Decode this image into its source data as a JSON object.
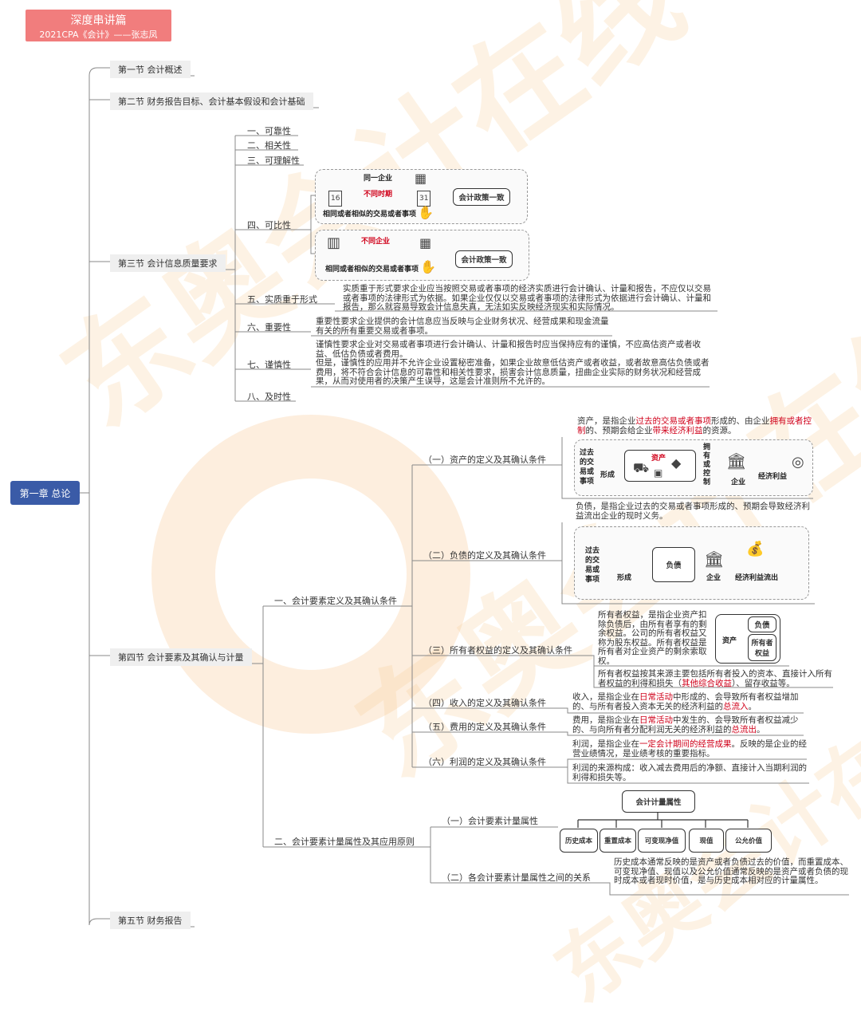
{
  "title": {
    "line1": "深度串讲篇",
    "line2": "2021CPA《会计》——张志凤"
  },
  "watermark": "东奥会计在线",
  "root": "第一章 总论",
  "sections": {
    "s1": "第一节 会计概述",
    "s2": "第二节 财务报告目标、会计基本假设和会计基础",
    "s3": "第三节 会计信息质量要求",
    "s4": "第四节 会计要素及其确认与计量",
    "s5": "第五节 财务报告"
  },
  "s3": {
    "i1": "一、可靠性",
    "i2": "二、相关性",
    "i3": "三、可理解性",
    "i4": "四、可比性",
    "i5": "五、实质重于形式",
    "i6": "六、重要性",
    "i7": "七、谨慎性",
    "i8": "八、及时性",
    "comp1": {
      "same_company": "同一企业",
      "diff_period": "不同时期",
      "similar_tx": "相同或者相似的交易或者事项",
      "policy": "会计政策一致",
      "cal1": "16",
      "cal2": "31"
    },
    "comp2": {
      "diff_company": "不同企业",
      "similar_tx": "相同或者相似的交易或者事项",
      "policy": "会计政策一致"
    },
    "substance": "实质重于形式要求企业应当按照交易或者事项的经济实质进行会计确认、计量和报告，不应仅以交易或者事项的法律形式为依据。如果企业仅仅以交易或者事项的法律形式为依据进行会计确认、计量和报告，那么就容易导致会计信息失真，无法如实反映经济现实和实际情况。",
    "materiality": "重要性要求企业提供的会计信息应当反映与企业财务状况、经营成果和现金流量有关的所有重要交易或者事项。",
    "prudence1": "谨慎性要求企业对交易或者事项进行会计确认、计量和报告时应当保持应有的谨慎，不应高估资产或者收益、低估负债或者费用。",
    "prudence2": "但是，谨慎性的应用并不允许企业设置秘密准备，如果企业故意低估资产或者收益，或者故意高估负债或者费用，将不符合会计信息的可靠性和相关性要求，损害会计信息质量，扭曲企业实际的财务状况和经营成果，从而对使用者的决策产生误导，这是会计准则所不允许的。"
  },
  "s4": {
    "a": "一、会计要素定义及其确认条件",
    "b": "二、会计要素计量属性及其应用原则",
    "a1": "（一）资产的定义及其确认条件",
    "a2": "（二）负债的定义及其确认条件",
    "a3": "（三）所有者权益的定义及其确认条件",
    "a4": "（四）收入的定义及其确认条件",
    "a5": "（五）费用的定义及其确认条件",
    "a6": "（六）利润的定义及其确认条件",
    "b1": "（一）会计要素计量属性",
    "b2": "（二）各会计要素计量属性之间的关系",
    "asset_def_1": "资产，是指企业",
    "asset_def_2": "过去的交易或者事项",
    "asset_def_3": "形成的、由企业",
    "asset_def_4": "拥有或者控制",
    "asset_def_5": "的、预期会给企业",
    "asset_def_6": "带来经济利益",
    "asset_def_7": "的资源。",
    "asset_diag": {
      "past": "过去的交易或事项",
      "form": "形成",
      "asset": "资产",
      "own": "拥有或控制",
      "company": "企业",
      "benefit": "经济利益"
    },
    "liab_def": "负债，是指企业过去的交易或者事项形成的、预期会导致经济利益流出企业的现时义务。",
    "liab_diag": {
      "past": "过去的交易或事项",
      "form": "形成",
      "liab": "负债",
      "company": "企业",
      "outflow": "经济利益流出"
    },
    "equity_def": "所有者权益，是指企业资产扣除负债后，由所有者享有的剩余权益。公司的所有者权益又称为股东权益。所有者权益是所有者对企业资产的剩余索取权。",
    "equity_diag": {
      "asset": "资产",
      "liab": "负债",
      "equity": "所有者权益"
    },
    "equity_src_1": "所有者权益按其来源主要包括所有者投入的资本、直接计入所有者权益的利得和损失（",
    "equity_src_2": "其他综合收益",
    "equity_src_3": "）、留存收益等。",
    "income_1": "收入，是指企业在",
    "income_2": "日常活动",
    "income_3": "中形成的、会导致所有者权益增加的、与所有者投入资本无关的经济利益的",
    "income_4": "总流入",
    "income_5": "。",
    "expense_1": "费用，是指企业在",
    "expense_2": "日常活动",
    "expense_3": "中发生的、会导致所有者权益减少的、与向所有者分配利润无关的经济利益的",
    "expense_4": "总流出",
    "expense_5": "。",
    "profit_1": "利润，是指企业在",
    "profit_2": "一定会计期间的经营成果",
    "profit_3": "。反映的是企业的经营业绩情况，是业绩考核的重要指标。",
    "profit_src": "利润的来源构成：收入减去费用后的净额、直接计入当期利润的利得和损失等。",
    "measure": {
      "top": "会计计量属性",
      "items": [
        "历史成本",
        "重置成本",
        "可变现净值",
        "现值",
        "公允价值"
      ]
    },
    "relation": "历史成本通常反映的是资产或者负债过去的价值，而重置成本、可变现净值、现值以及公允价值通常反映的是资产或者负债的现时成本或者现时价值，是与历史成本相对应的计量属性。"
  },
  "colors": {
    "root": "#3a5ba7",
    "title": "#f17d7d",
    "red": "#d0021b",
    "line": "#888888"
  }
}
